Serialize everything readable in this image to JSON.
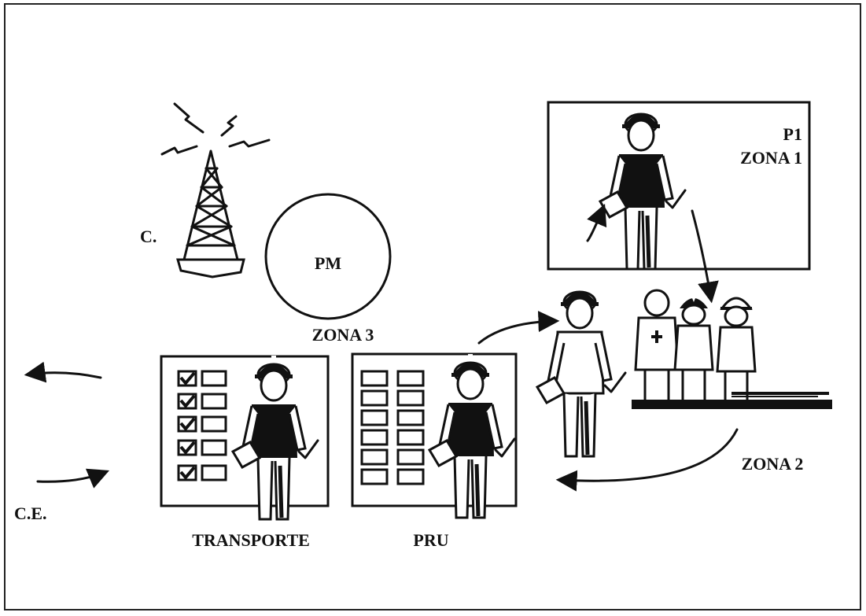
{
  "labels": {
    "antenna": "C.",
    "circle": "PM",
    "zona3": "ZONA 3",
    "p1": "P1",
    "zona1": "ZONA 1",
    "zona2": "ZONA 2",
    "ce": "C.E.",
    "transporte": "TRANSPORTE",
    "pru": "PRU"
  },
  "colors": {
    "ink": "#111111",
    "background": "#ffffff"
  },
  "icons": [
    "radio-tower-icon",
    "rescuer-icon",
    "medic-icon",
    "stretcher-icon",
    "checklist-board-icon"
  ]
}
